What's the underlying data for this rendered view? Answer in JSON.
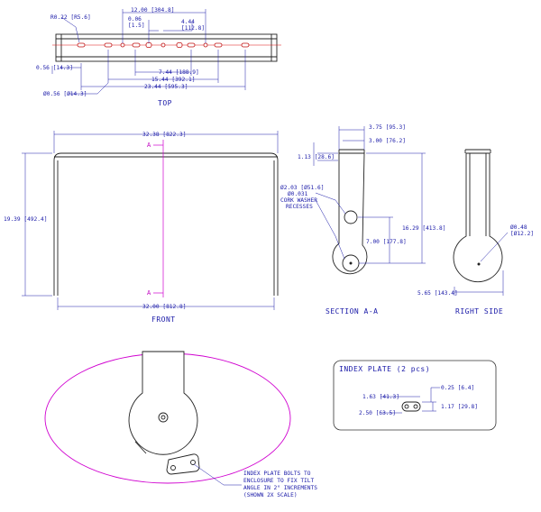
{
  "top": {
    "label": "TOP",
    "dim_r": "R0.22 [R5.6]",
    "dim_12": "12.00 [304.8]",
    "dim_006a": "0.06",
    "dim_006b": "[1.5]",
    "dim_444a": "4.44",
    "dim_444b": "[112.8]",
    "dim_056": "0.56 [14.3]",
    "dim_744": "7.44 [188.9]",
    "dim_1544": "15.44 [392.1]",
    "dim_2344": "23.44 [595.3]",
    "dim_hole": "Ø0.56 [Ø14.3]"
  },
  "front": {
    "label": "FRONT",
    "dim_top": "32.38 [822.3]",
    "dim_bottom": "32.00 [812.8]",
    "dim_height": "19.39 [492.4]",
    "section_mark": "A"
  },
  "section": {
    "label": "SECTION A-A",
    "dim_375": "3.75 [95.3]",
    "dim_300": "3.00 [76.2]",
    "dim_113": "1.13 [28.6]",
    "dim_1629": "16.29 [413.8]",
    "dim_700": "7.00 [177.8]",
    "note_1": "Ø2.03 [Ø51.6]",
    "note_2": "Ø0.031",
    "note_3": "CORK WASHER",
    "note_4": "RECESSES"
  },
  "right": {
    "label": "RIGHT SIDE",
    "dim_hole_1": "Ø0.48",
    "dim_hole_2": "[Ø12.2]",
    "dim_565": "5.65 [143.4]"
  },
  "index_plate": {
    "title": "INDEX PLATE (2 pcs)",
    "dim_025": "0.25 [6.4]",
    "dim_163": "1.63 [41.3]",
    "dim_117": "1.17 [29.8]",
    "dim_250": "2.50 [63.5]"
  },
  "detail_note": {
    "line_1": "INDEX PLATE BOLTS TO",
    "line_2": "ENCLOSURE TO FIX TILT",
    "line_3": "ANGLE IN 2° INCREMENTS",
    "line_4": "(SHOWN 2X SCALE)"
  }
}
